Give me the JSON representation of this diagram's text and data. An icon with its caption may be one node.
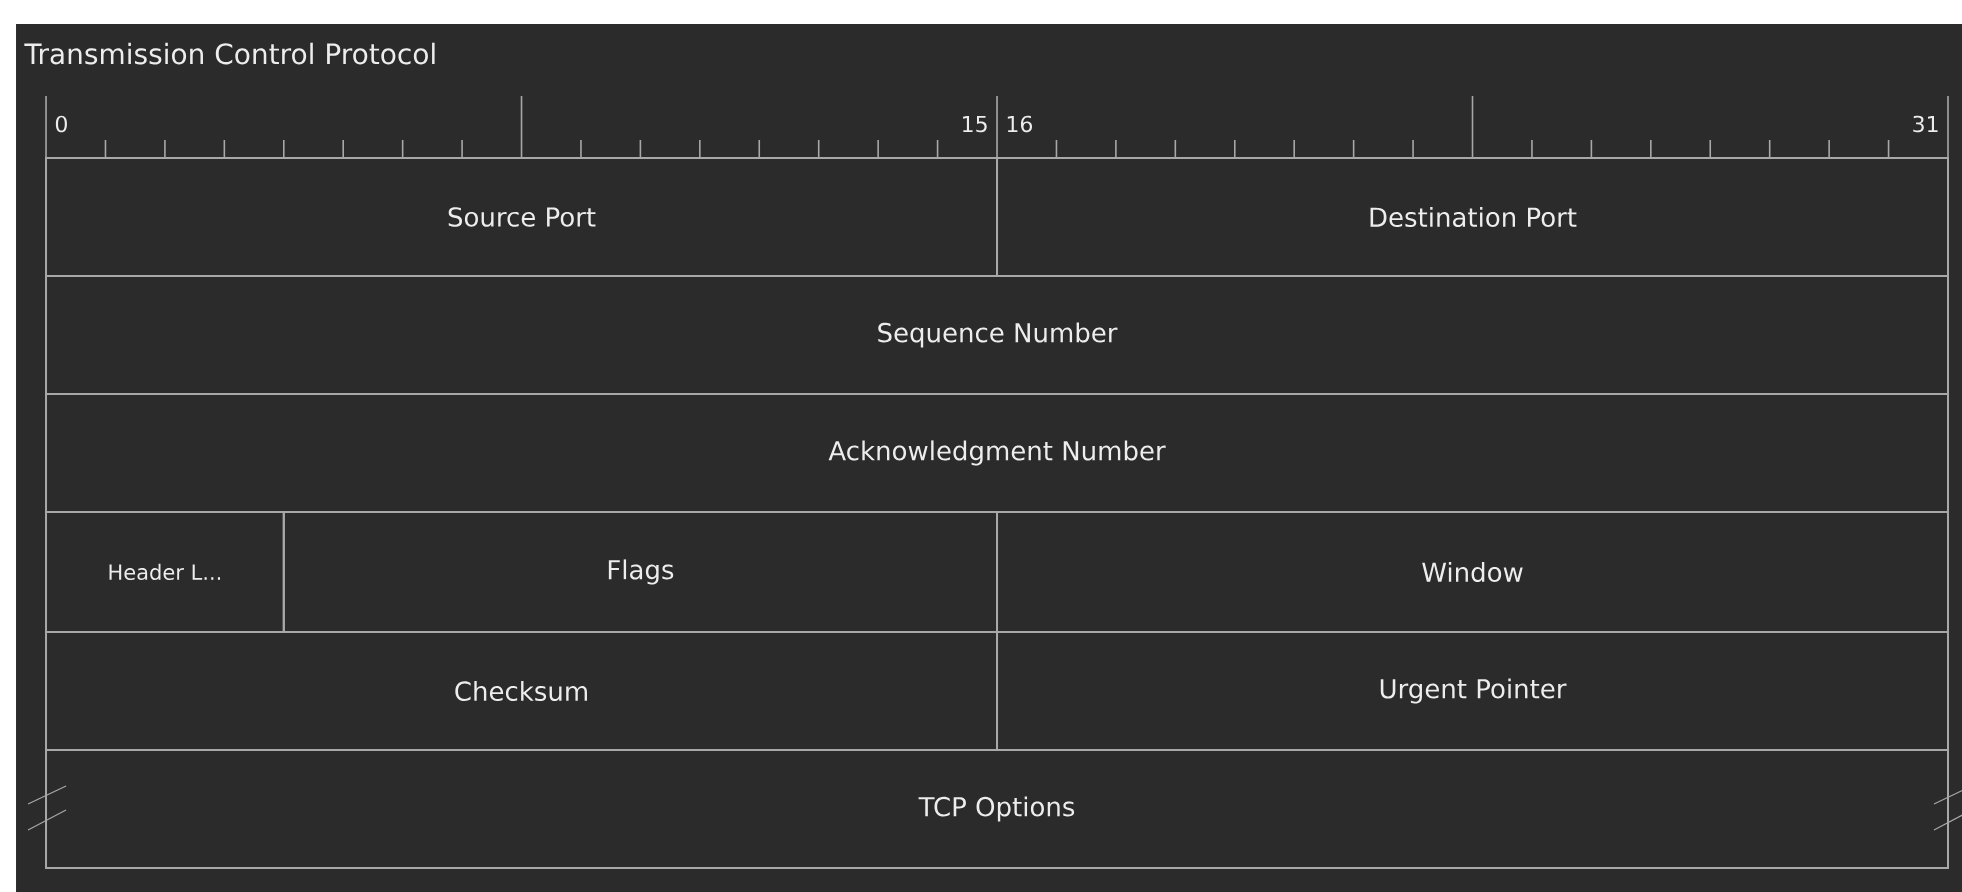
{
  "diagram": {
    "title": "Transmission Control Protocol",
    "nodes": [
      {
        "text": [
          "Source Port"
        ]
      },
      {
        "text": [
          "Destination Port"
        ]
      },
      {
        "text": [
          "Sequence Number"
        ]
      },
      {
        "text": [
          "Acknowledgment Number"
        ]
      },
      {
        "text": [
          "Header L..."
        ]
      },
      {
        "text": [
          "Flags"
        ]
      },
      {
        "text": [
          "Window"
        ]
      },
      {
        "text": [
          "Checksum"
        ]
      },
      {
        "text": [
          "Urgent Pointer"
        ]
      },
      {
        "text": [
          "TCP Options"
        ]
      }
    ],
    "labels": [
      "0",
      "15",
      "16",
      "31"
    ]
  }
}
